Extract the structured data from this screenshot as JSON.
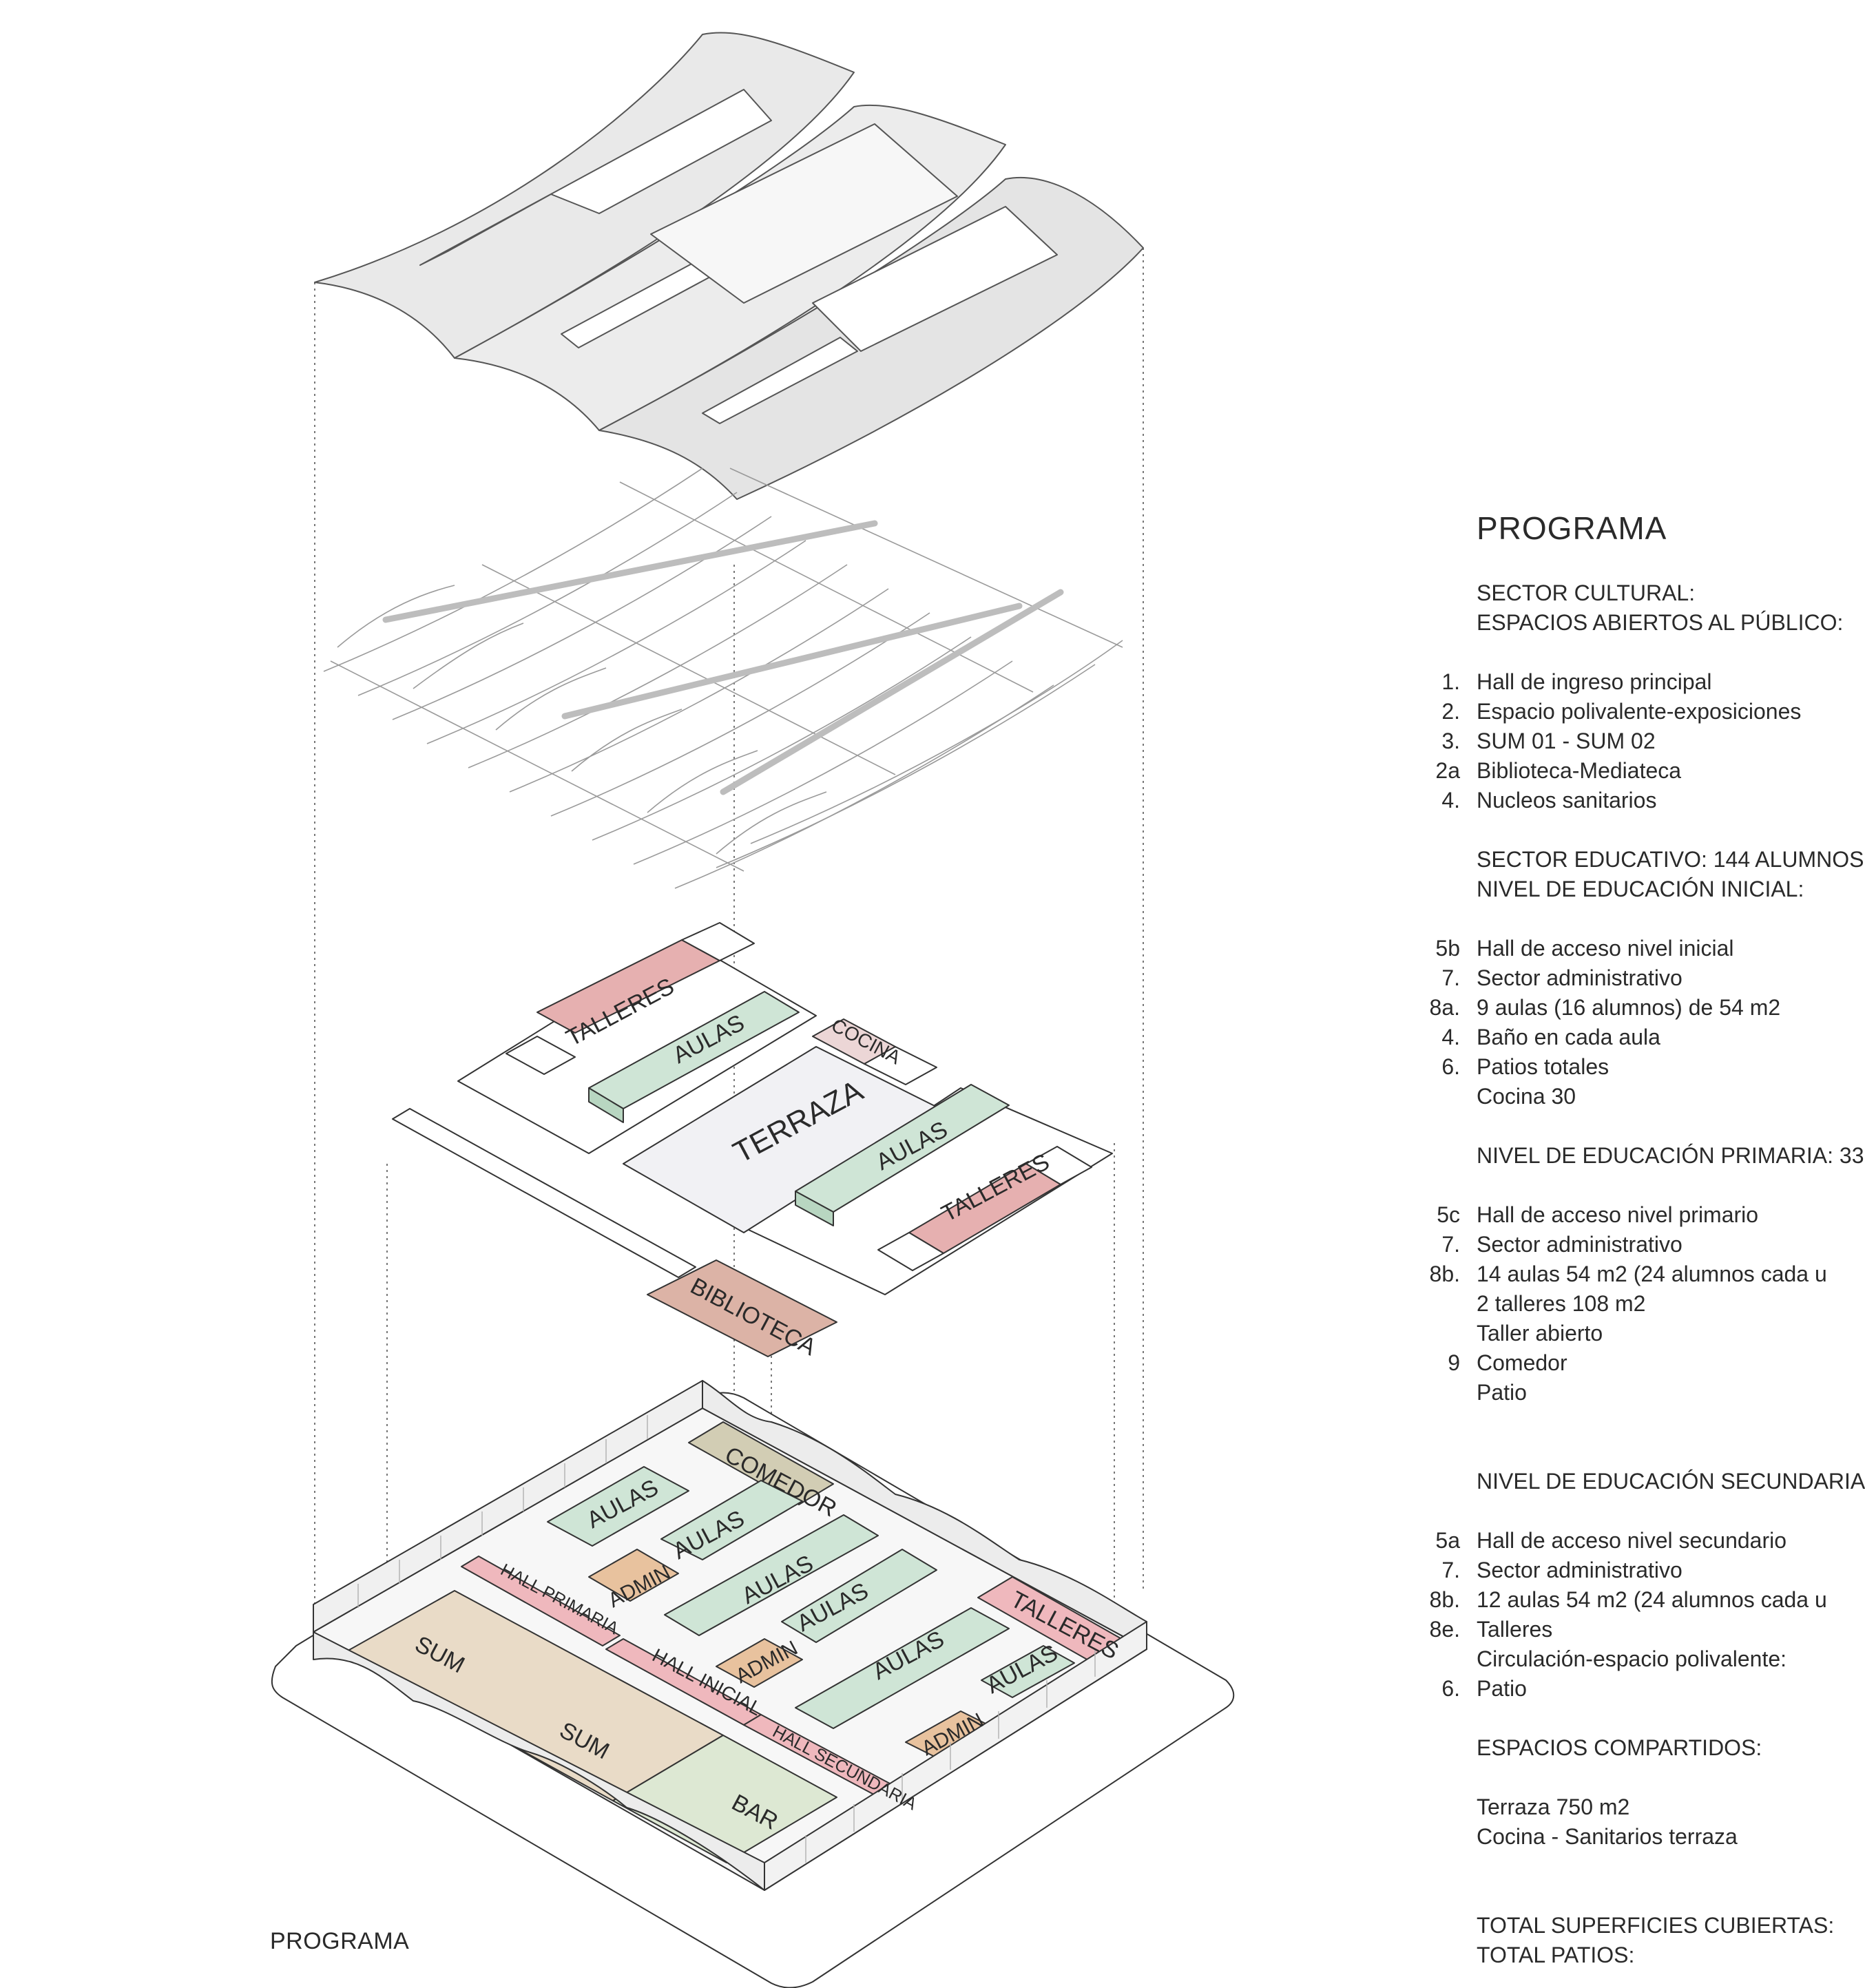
{
  "caption": "PROGRAMA",
  "diagram": {
    "labels": {
      "talleres_upper": "TALLERES",
      "aulas_upper_left": "AULAS",
      "cocina": "COCINA",
      "terraza": "TERRAZA",
      "aulas_upper_right": "AULAS",
      "talleres_upper_right": "TALLERES",
      "biblioteca": "BIBLIOTECA",
      "comedor": "COMEDOR",
      "aulas_g1": "AULAS",
      "aulas_g2": "AULAS",
      "admin_1": "ADMIN",
      "aulas_g3": "AULAS",
      "aulas_g4": "AULAS",
      "admin_2": "ADMIN",
      "aulas_g5": "AULAS",
      "aulas_g6": "AULAS",
      "admin_3": "ADMIN",
      "talleres_ground": "TALLERES",
      "hall_primaria": "HALL PRIMARIA",
      "hall_inicial": "HALL INICIAL",
      "hall_secundaria": "HALL SECUNDARIA",
      "sum_1": "SUM",
      "sum_2": "SUM",
      "bar": "BAR"
    },
    "colors": {
      "aulas": "#cfe5d6",
      "talleres": "#e6b0b0",
      "cocina": "#ecd6d6",
      "biblioteca": "#dcb3a6",
      "comedor": "#d2cdb4",
      "admin": "#e8c29e",
      "hall": "#efb8bd",
      "sum": "#e9dbc7",
      "bar": "#dde8d3",
      "roof": "#e9e9e9",
      "line": "#3a3a3a"
    }
  },
  "legend": {
    "title": "PROGRAMA",
    "rows": [
      {
        "num": "",
        "text": "SECTOR CULTURAL:"
      },
      {
        "num": "",
        "text": "ESPACIOS ABIERTOS AL PÚBLICO:"
      },
      {
        "num": "",
        "text": ""
      },
      {
        "num": "1.",
        "text": "Hall de ingreso principal"
      },
      {
        "num": "2.",
        "text": "Espacio polivalente-exposiciones"
      },
      {
        "num": "3.",
        "text": "SUM 01 - SUM 02"
      },
      {
        "num": "2a",
        "text": "Biblioteca-Mediateca"
      },
      {
        "num": "4.",
        "text": "Nucleos sanitarios"
      },
      {
        "num": "",
        "text": ""
      },
      {
        "num": "",
        "text": "SECTOR EDUCATIVO:  144 ALUMNOS"
      },
      {
        "num": "",
        "text": "NIVEL DE EDUCACIÓN INICIAL:"
      },
      {
        "num": "",
        "text": ""
      },
      {
        "num": "5b",
        "text": "Hall de acceso nivel inicial"
      },
      {
        "num": "7.",
        "text": "Sector administrativo"
      },
      {
        "num": "8a.",
        "text": "9 aulas (16 alumnos) de 54 m2"
      },
      {
        "num": "4.",
        "text": "Baño en cada aula"
      },
      {
        "num": "6.",
        "text": "Patios totales"
      },
      {
        "num": "",
        "text": "Cocina 30"
      },
      {
        "num": "",
        "text": ""
      },
      {
        "num": "",
        "text": "NIVEL DE EDUCACIÓN PRIMARIA: 33"
      },
      {
        "num": "",
        "text": ""
      },
      {
        "num": "5c",
        "text": "Hall de acceso nivel primario"
      },
      {
        "num": "7.",
        "text": "Sector administrativo"
      },
      {
        "num": "8b.",
        "text": "14 aulas 54 m2 (24 alumnos cada u"
      },
      {
        "num": "",
        "text": "2 talleres 108 m2"
      },
      {
        "num": "",
        "text": "Taller abierto"
      },
      {
        "num": "9",
        "text": "Comedor"
      },
      {
        "num": "",
        "text": "Patio"
      },
      {
        "num": "",
        "text": ""
      },
      {
        "num": "",
        "text": ""
      },
      {
        "num": "",
        "text": "NIVEL DE EDUCACIÓN SECUNDARIA"
      },
      {
        "num": "",
        "text": ""
      },
      {
        "num": "5a",
        "text": "Hall de acceso nivel secundario"
      },
      {
        "num": "7.",
        "text": "Sector administrativo"
      },
      {
        "num": "8b.",
        "text": "12 aulas  54 m2 (24 alumnos cada u"
      },
      {
        "num": "8e.",
        "text": "Talleres"
      },
      {
        "num": "",
        "text": "Circulación-espacio polivalente:"
      },
      {
        "num": "6.",
        "text": "Patio"
      },
      {
        "num": "",
        "text": ""
      },
      {
        "num": "",
        "text": "ESPACIOS COMPARTIDOS:"
      },
      {
        "num": "",
        "text": ""
      },
      {
        "num": "",
        "text": "Terraza 750 m2"
      },
      {
        "num": "",
        "text": "Cocina -  Sanitarios terraza"
      },
      {
        "num": "",
        "text": ""
      },
      {
        "num": "",
        "text": ""
      },
      {
        "num": "",
        "text": "TOTAL SUPERFICIES CUBIERTAS:"
      },
      {
        "num": "",
        "text": "TOTAL PATIOS:"
      }
    ]
  }
}
